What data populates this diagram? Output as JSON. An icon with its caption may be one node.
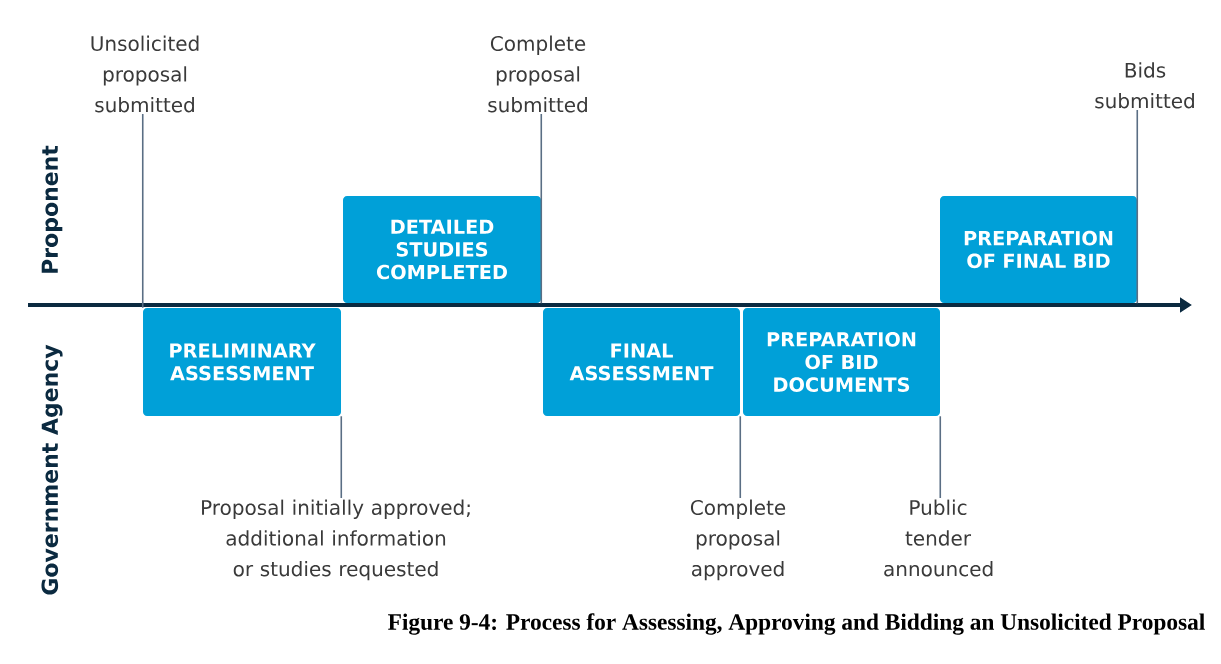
{
  "diagram": {
    "caption": "Figure 9-4: Process for Assessing, Approving and Bidding an Unsolicited Proposal",
    "nodes": [
      {
        "text": [
          "Unsolicited proposal submitted"
        ]
      },
      {
        "text": [
          "Complete proposal submitted"
        ]
      },
      {
        "text": [
          "Bids submitted"
        ]
      },
      {
        "text": [
          "DETAILED STUDIES COMPLETED"
        ]
      },
      {
        "text": [
          "PREPARATION OF FINAL BID"
        ]
      },
      {
        "text": [
          "PRELIMINARY ASSESSMENT"
        ]
      },
      {
        "text": [
          "FINAL ASSESSMENT"
        ]
      },
      {
        "text": [
          "PREPARATION OF BID DOCUMENTS"
        ]
      },
      {
        "text": [
          "Proposal initially approved; additional information or studies requested"
        ]
      },
      {
        "text": [
          "Complete proposal approved"
        ]
      },
      {
        "text": [
          "Public tender announced"
        ]
      }
    ],
    "edges": [
      {
        "from": 0,
        "to": 5,
        "arrow": "none"
      },
      {
        "from": 1,
        "to": 3,
        "arrow": "none"
      },
      {
        "from": 2,
        "to": 4,
        "arrow": "none"
      },
      {
        "from": 8,
        "to": 5,
        "arrow": "none"
      },
      {
        "from": 9,
        "to": 6,
        "arrow": "none"
      },
      {
        "from": 10,
        "to": 7,
        "arrow": "none"
      }
    ],
    "labels": [
      "Proponent",
      "Government Agency"
    ]
  }
}
